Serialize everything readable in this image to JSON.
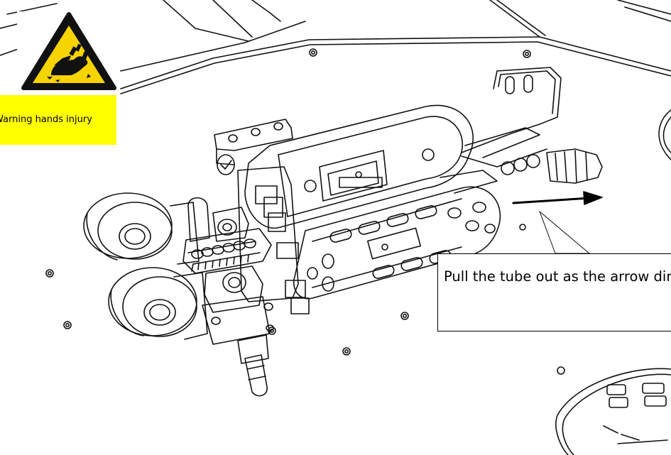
{
  "warning": {
    "icon": "hand-crush-warning-icon",
    "label": "Warning hands injury",
    "colors": {
      "sign_fill": "#f6d400",
      "label_background": "#ffff00"
    }
  },
  "callout": {
    "text": "Pull the tube out as the arrow direction"
  },
  "diagram": {
    "arrow_direction": "right"
  }
}
